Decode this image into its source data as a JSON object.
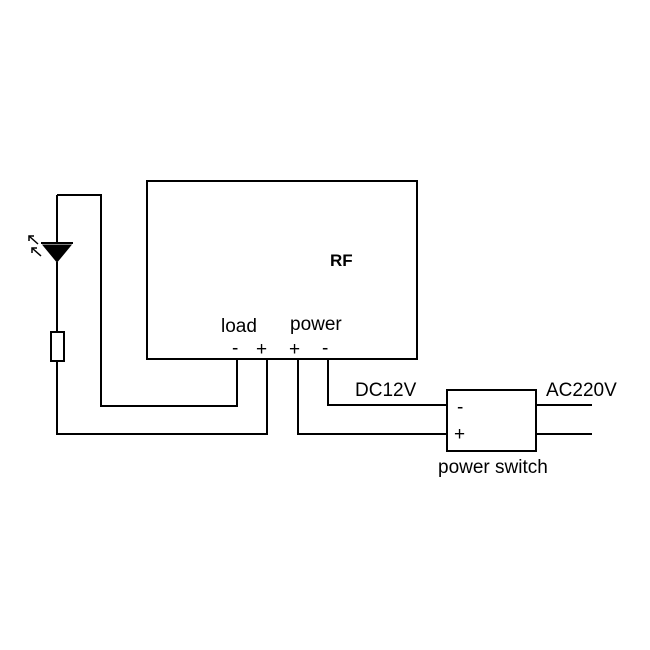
{
  "module": {
    "title": "RF"
  },
  "terminals": {
    "load_label": "load",
    "power_label": "power",
    "load_minus": "-",
    "load_plus": "+",
    "power_plus": "+",
    "power_minus": "-"
  },
  "dc_label": "DC12V",
  "ac_label": "AC220V",
  "power_switch": {
    "label": "power switch",
    "minus": "-",
    "plus": "+"
  },
  "components": [
    "led-diode-icon",
    "resistor-icon"
  ],
  "colors": {
    "line": "#000000",
    "background": "#ffffff"
  }
}
